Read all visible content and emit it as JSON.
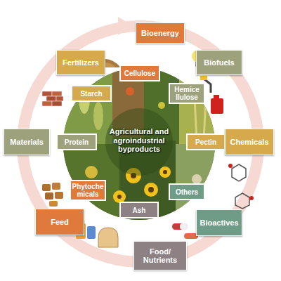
{
  "diagram": {
    "nodes": [
      {
        "text": [
          "Bioenergy"
        ]
      },
      {
        "text": [
          "Fertilizers"
        ]
      },
      {
        "text": [
          "Biofuels"
        ]
      },
      {
        "text": [
          "Cellulose"
        ]
      },
      {
        "text": [
          "Starch"
        ]
      },
      {
        "text": [
          "Hemice llulose"
        ]
      },
      {
        "text": [
          "Materials"
        ]
      },
      {
        "text": [
          "Protein"
        ]
      },
      {
        "text": [
          "Pectin"
        ]
      },
      {
        "text": [
          "Chemicals"
        ]
      },
      {
        "text": [
          "Phytoche micals"
        ]
      },
      {
        "text": [
          "Others"
        ]
      },
      {
        "text": [
          "Ash"
        ]
      },
      {
        "text": [
          "Feed"
        ]
      },
      {
        "text": [
          "Bioactives"
        ]
      },
      {
        "text": [
          "Food/ Nutrients"
        ]
      }
    ],
    "labels": [
      "Agricultural and agroindustrial byproducts"
    ]
  }
}
